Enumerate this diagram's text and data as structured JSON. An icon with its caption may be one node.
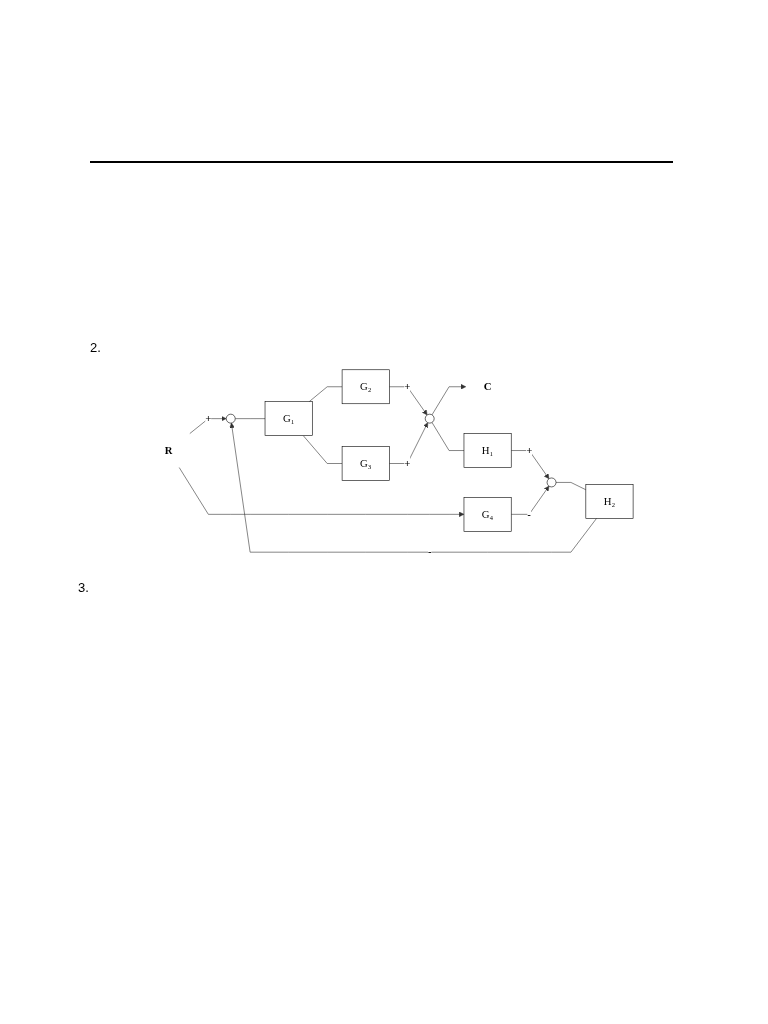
{
  "diagram": {
    "nodes": [
      {
        "text": [
          "R"
        ]
      },
      {
        "text": [],
        "shape": "circle"
      },
      {
        "text": [
          "G₁"
        ]
      },
      {
        "text": [
          "G₂"
        ]
      },
      {
        "text": [
          "G₃"
        ]
      },
      {
        "text": [],
        "shape": "circle"
      },
      {
        "text": [
          "C"
        ]
      },
      {
        "text": [
          "H₁"
        ]
      },
      {
        "text": [],
        "shape": "circle"
      },
      {
        "text": [
          "H₂"
        ]
      },
      {
        "text": [
          "G₄"
        ]
      }
    ],
    "edges": [
      {
        "from": 0,
        "to": 1,
        "arrow": "to",
        "label": "+"
      },
      {
        "from": 1,
        "to": 2,
        "arrow": "none"
      },
      {
        "from": 2,
        "to": 3,
        "arrow": "none"
      },
      {
        "from": 2,
        "to": 4,
        "arrow": "none"
      },
      {
        "from": 3,
        "to": 5,
        "arrow": "to",
        "label": "+"
      },
      {
        "from": 4,
        "to": 5,
        "arrow": "to",
        "label": "+"
      },
      {
        "from": 5,
        "to": 6,
        "arrow": "to"
      },
      {
        "from": 5,
        "to": 7,
        "arrow": "none"
      },
      {
        "from": 7,
        "to": 8,
        "arrow": "to",
        "label": "+"
      },
      {
        "from": 10,
        "to": 8,
        "arrow": "to",
        "label": "-"
      },
      {
        "from": 8,
        "to": 9,
        "arrow": "none"
      },
      {
        "from": 9,
        "to": 1,
        "arrow": "to",
        "label": "-"
      },
      {
        "from": 0,
        "to": 10,
        "arrow": "to"
      }
    ],
    "labels": [
      "2.",
      "3."
    ]
  }
}
